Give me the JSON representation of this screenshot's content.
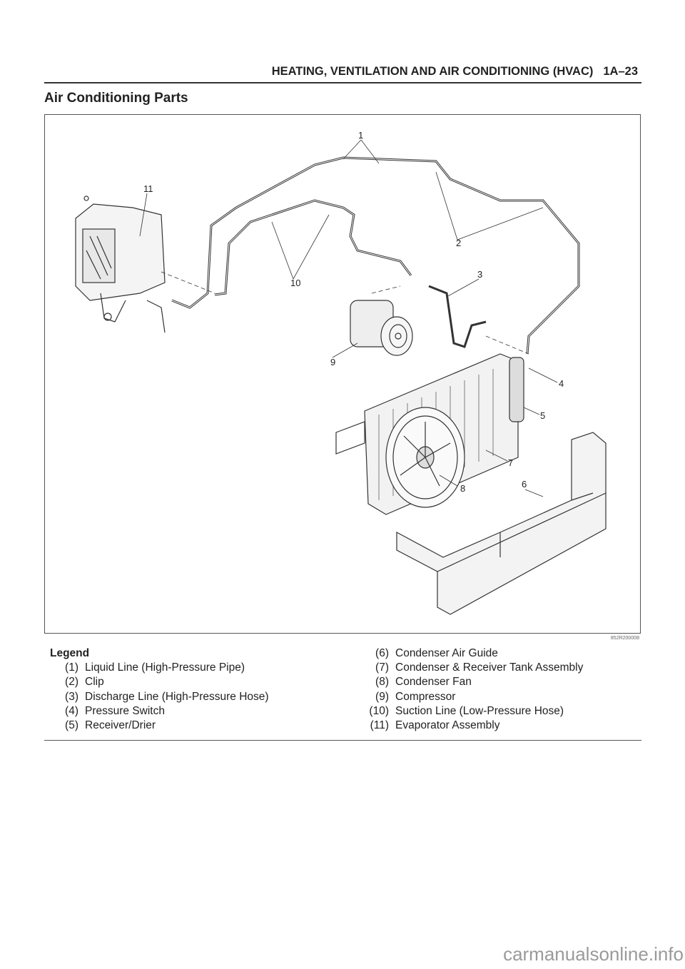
{
  "header": {
    "section": "HEATING, VENTILATION AND AIR CONDITIONING (HVAC)",
    "page": "1A–23"
  },
  "title": "Air Conditioning Parts",
  "figure": {
    "code": "852R200008",
    "callouts": {
      "c1": "1",
      "c2": "2",
      "c3": "3",
      "c4": "4",
      "c5": "5",
      "c6": "6",
      "c7": "7",
      "c8": "8",
      "c9": "9",
      "c10": "10",
      "c11": "11"
    }
  },
  "legend": {
    "heading": "Legend",
    "left": [
      {
        "num": "(1)",
        "text": "Liquid Line (High-Pressure Pipe)"
      },
      {
        "num": "(2)",
        "text": "Clip"
      },
      {
        "num": "(3)",
        "text": "Discharge Line (High-Pressure Hose)"
      },
      {
        "num": "(4)",
        "text": "Pressure Switch"
      },
      {
        "num": "(5)",
        "text": "Receiver/Drier"
      }
    ],
    "right": [
      {
        "num": "(6)",
        "text": "Condenser Air Guide"
      },
      {
        "num": "(7)",
        "text": "Condenser & Receiver Tank Assembly"
      },
      {
        "num": "(8)",
        "text": "Condenser Fan"
      },
      {
        "num": "(9)",
        "text": "Compressor"
      },
      {
        "num": "(10)",
        "text": "Suction Line (Low-Pressure Hose)"
      },
      {
        "num": "(11)",
        "text": "Evaporator Assembly"
      }
    ]
  },
  "watermark": "carmanualsonline.info"
}
